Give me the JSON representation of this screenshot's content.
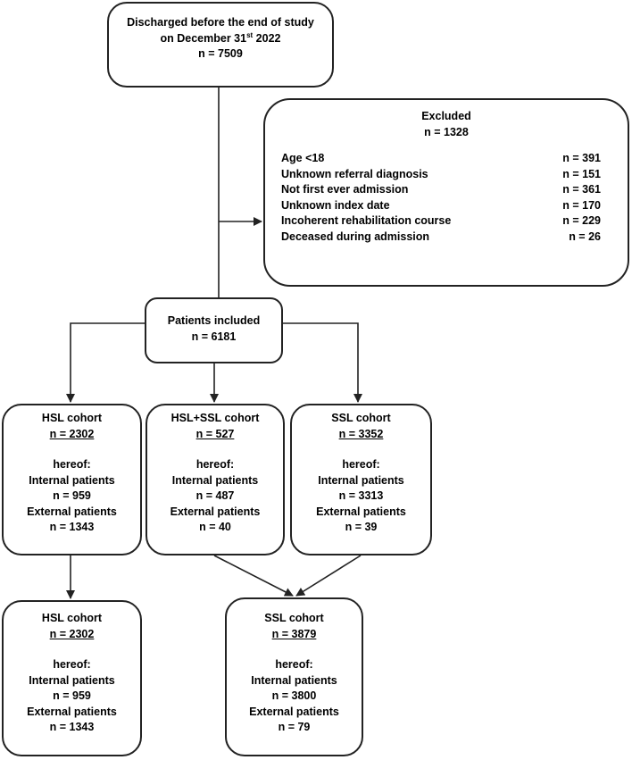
{
  "start": {
    "line1": "Discharged before the end of study",
    "line2_prefix": "on December 31",
    "line2_sup": "st",
    "line2_suffix": " 2022",
    "count": "n = 7509"
  },
  "excluded": {
    "title": "Excluded",
    "count": "n = 1328",
    "rows": [
      {
        "label": "Age <18",
        "value": "n = 391"
      },
      {
        "label": "Unknown referral diagnosis",
        "value": "n = 151"
      },
      {
        "label": "Not first ever admission",
        "value": "n = 361"
      },
      {
        "label": "Unknown index date",
        "value": "n = 170"
      },
      {
        "label": "Incoherent rehabilitation course",
        "value": "n = 229"
      },
      {
        "label": "Deceased during admission",
        "value": "n = 26"
      }
    ]
  },
  "included": {
    "title": "Patients included",
    "count": "n = 6181"
  },
  "hsl": {
    "title": "HSL cohort",
    "count": "n = 2302",
    "hereof": "hereof:",
    "internal_label": "Internal patients",
    "internal_count": "n = 959",
    "external_label": "External patients",
    "external_count": "n = 1343"
  },
  "hslssl": {
    "title": "HSL+SSL cohort",
    "count": "n = 527",
    "hereof": "hereof:",
    "internal_label": "Internal patients",
    "internal_count": "n = 487",
    "external_label": "External patients",
    "external_count": "n = 40"
  },
  "ssl": {
    "title": "SSL cohort",
    "count": "n = 3352",
    "hereof": "hereof:",
    "internal_label": "Internal patients",
    "internal_count": "n = 3313",
    "external_label": "External patients",
    "external_count": "n = 39"
  },
  "hsl_final": {
    "title": "HSL cohort",
    "count": "n = 2302",
    "hereof": "hereof:",
    "internal_label": "Internal patients",
    "internal_count": "n = 959",
    "external_label": "External patients",
    "external_count": "n = 1343"
  },
  "ssl_final": {
    "title": "SSL cohort",
    "count": "n = 3879",
    "hereof": "hereof:",
    "internal_label": "Internal patients",
    "internal_count": "n = 3800",
    "external_label": "External patients",
    "external_count": "n = 79"
  }
}
